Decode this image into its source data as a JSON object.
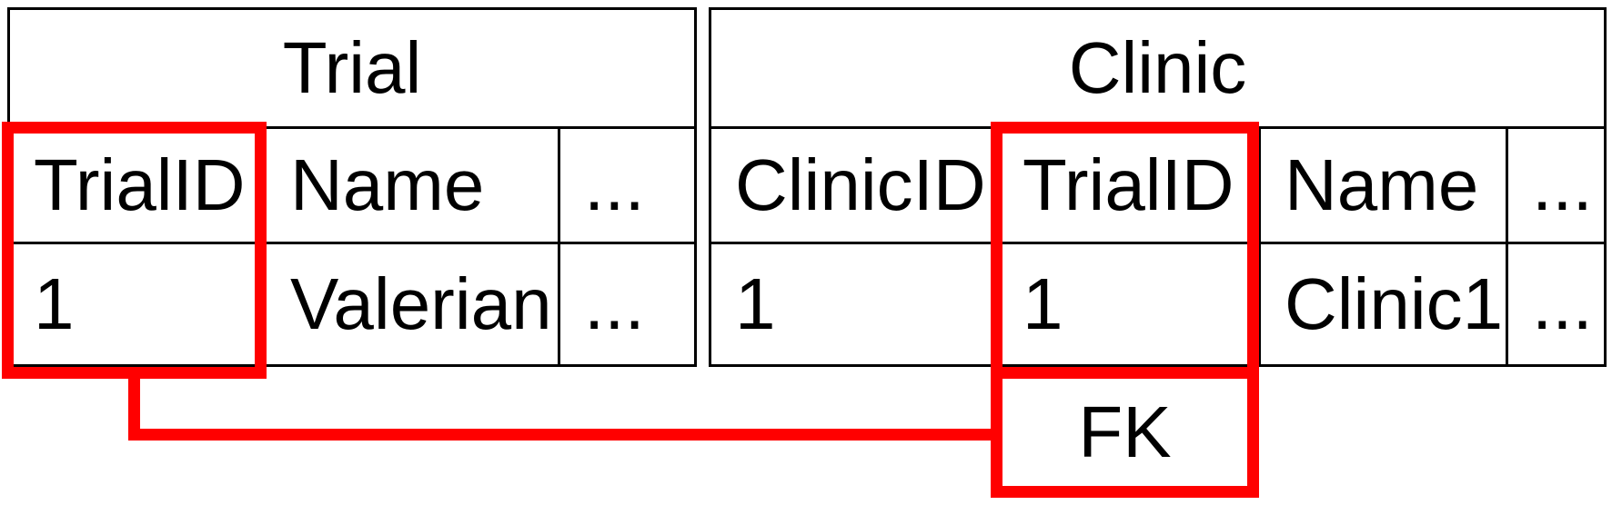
{
  "colors": {
    "background": "#ffffff",
    "grid": "#000000",
    "highlight": "#ff0000"
  },
  "trial_table": {
    "title": "Trial",
    "columns": [
      "TrialID",
      "Name",
      "..."
    ],
    "rows": [
      [
        "1",
        "Valerian",
        "..."
      ]
    ],
    "highlighted_column": "TrialID"
  },
  "clinic_table": {
    "title": "Clinic",
    "columns": [
      "ClinicID",
      "TrialID",
      "Name",
      "..."
    ],
    "rows": [
      [
        "1",
        "1",
        "Clinic1",
        "..."
      ]
    ],
    "highlighted_column": "TrialID"
  },
  "relationship": {
    "label": "FK"
  }
}
